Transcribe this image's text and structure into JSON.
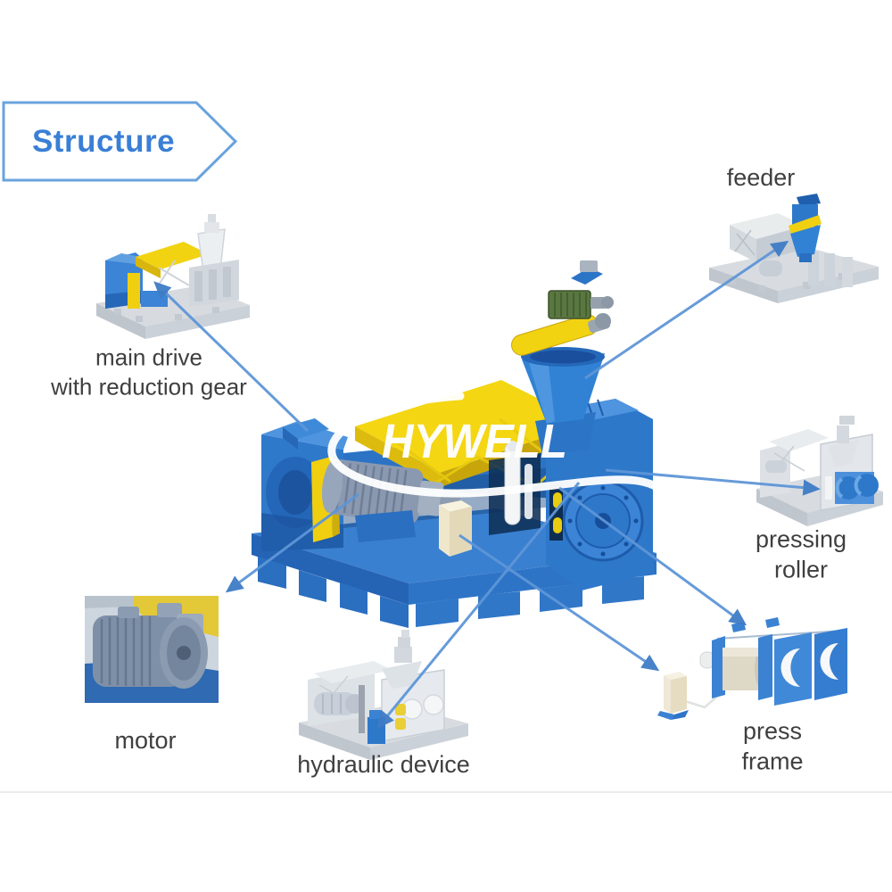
{
  "banner": {
    "label": "Structure"
  },
  "watermark": {
    "brand": "HYWELL"
  },
  "diagram": {
    "labels": {
      "main_drive": "main drive\nwith reduction gear",
      "feeder": "feeder",
      "pressing_roller": "pressing roller",
      "press_frame": "press frame",
      "hydraulic_device": "hydraulic device",
      "motor": "motor"
    },
    "colors": {
      "machine_blue": "#2e78ca",
      "machine_blue_dark": "#1c549f",
      "highlight_yellow": "#f2d312",
      "green_motor": "#5a7742",
      "arrow_blue": "#5e96d8",
      "arrow_head": "#3f7cc6",
      "label_text": "#3f3f3f",
      "banner_blue": "#3a7fd6",
      "banner_border": "#6aa3dd",
      "thumbnail_gray": "#d8dce1",
      "cream": "#efe7cc"
    }
  }
}
